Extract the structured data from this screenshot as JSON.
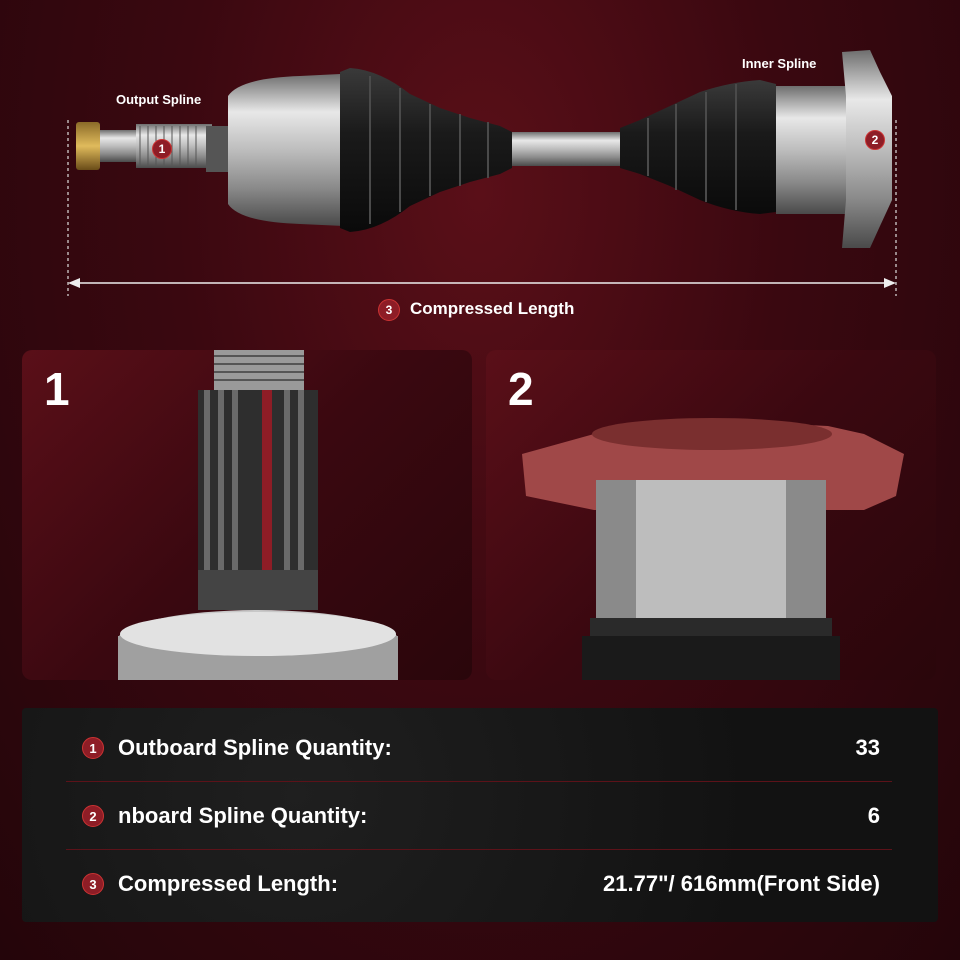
{
  "shaft": {
    "output_spline_label": "Output Spline",
    "inner_spline_label": "Inner Spline",
    "badge_1": "1",
    "badge_2": "2",
    "badge_3": "3",
    "compressed_length_label": "Compressed Length"
  },
  "panels": [
    {
      "number": "1"
    },
    {
      "number": "2"
    }
  ],
  "specs": [
    {
      "badge": "1",
      "label": "Outboard Spline Quantity:",
      "value": "33"
    },
    {
      "badge": "2",
      "label": "nboard Spline Quantity:",
      "value": "6"
    },
    {
      "badge": "3",
      "label": "Compressed Length:",
      "value": "21.77\"/ 616mm(Front Side)"
    }
  ],
  "colors": {
    "brand_red": "#8e1d26",
    "background_dark": "#24050a",
    "table_bg": "#151515"
  }
}
